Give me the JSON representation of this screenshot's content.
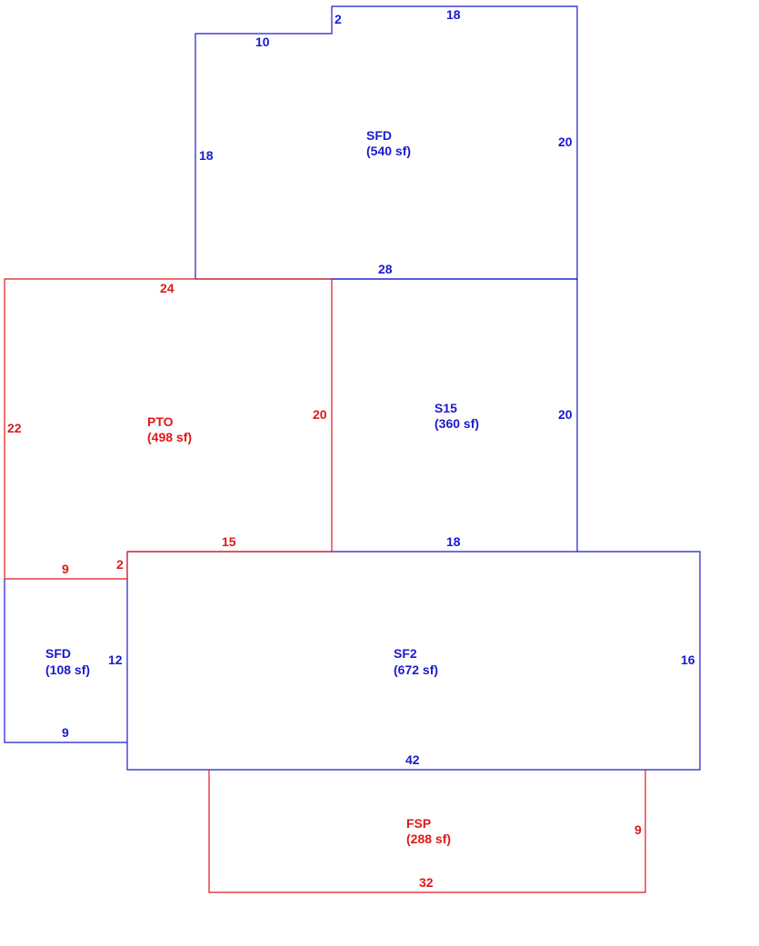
{
  "colors": {
    "blue": "#1a1acc",
    "red": "#e01818"
  },
  "areas": [
    {
      "key": "sfd_top",
      "color": "blue",
      "code": "SFD",
      "area": "(540 sf)",
      "dims": [
        "2",
        "18",
        "10",
        "18",
        "20",
        "28"
      ]
    },
    {
      "key": "pto",
      "color": "red",
      "code": "PTO",
      "area": "(498 sf)",
      "dims": [
        "24",
        "22",
        "20",
        "15",
        "9",
        "2"
      ]
    },
    {
      "key": "s15",
      "color": "blue",
      "code": "S15",
      "area": "(360 sf)",
      "dims": [
        "20",
        "18"
      ]
    },
    {
      "key": "sfd_small",
      "color": "blue",
      "code": "SFD",
      "area": "(108 sf)",
      "dims": [
        "12",
        "9"
      ]
    },
    {
      "key": "sf2",
      "color": "blue",
      "code": "SF2",
      "area": "(672 sf)",
      "dims": [
        "16",
        "42"
      ]
    },
    {
      "key": "fsp",
      "color": "red",
      "code": "FSP",
      "area": "(288 sf)",
      "dims": [
        "9",
        "32"
      ]
    }
  ]
}
